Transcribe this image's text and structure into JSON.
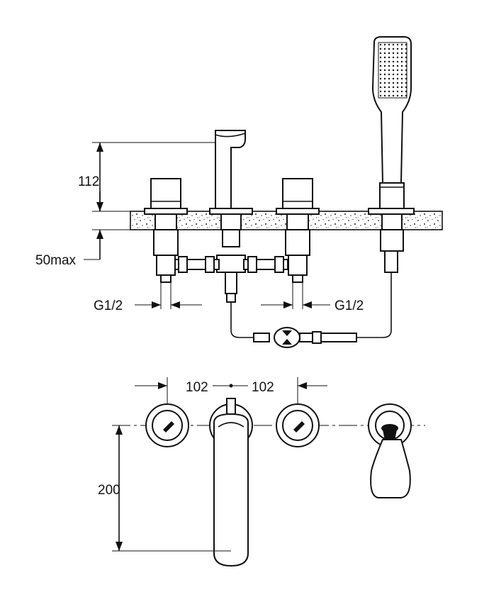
{
  "dimensions": {
    "spout_height": "112",
    "deck_thickness": "50max",
    "inlet_left": "G1/2",
    "inlet_right": "G1/2",
    "spacing_left": "102",
    "spacing_right": "102",
    "projection": "200"
  }
}
